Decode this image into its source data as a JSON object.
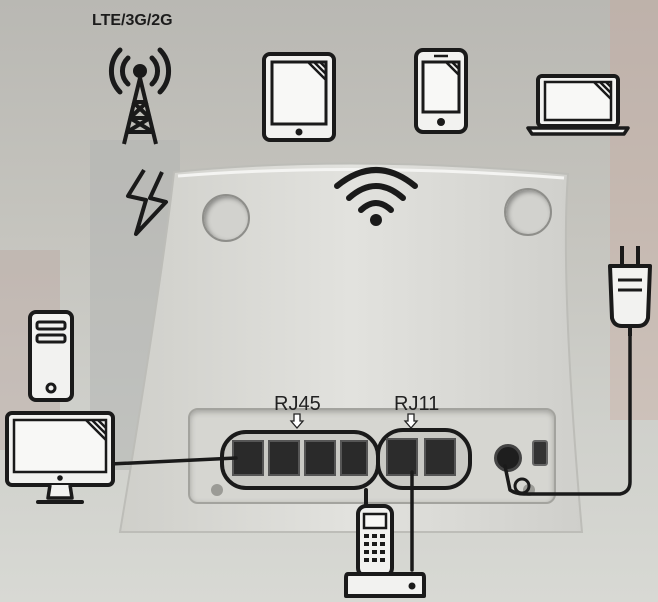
{
  "labels": {
    "network": "LTE/3G/2G",
    "rj45": "RJ45",
    "rj11": "RJ11"
  },
  "colors": {
    "icon_stroke": "#1a1a1a",
    "icon_fill": "#f2f2f0",
    "router_body": "#dcdcd8",
    "panel": "#d7d7d2"
  },
  "icons": [
    "cell-tower-icon",
    "lightning-icon",
    "tablet-icon",
    "smartphone-icon",
    "laptop-icon",
    "wifi-icon",
    "power-plug-icon",
    "desktop-tower-icon",
    "monitor-icon",
    "cordless-phone-icon"
  ]
}
